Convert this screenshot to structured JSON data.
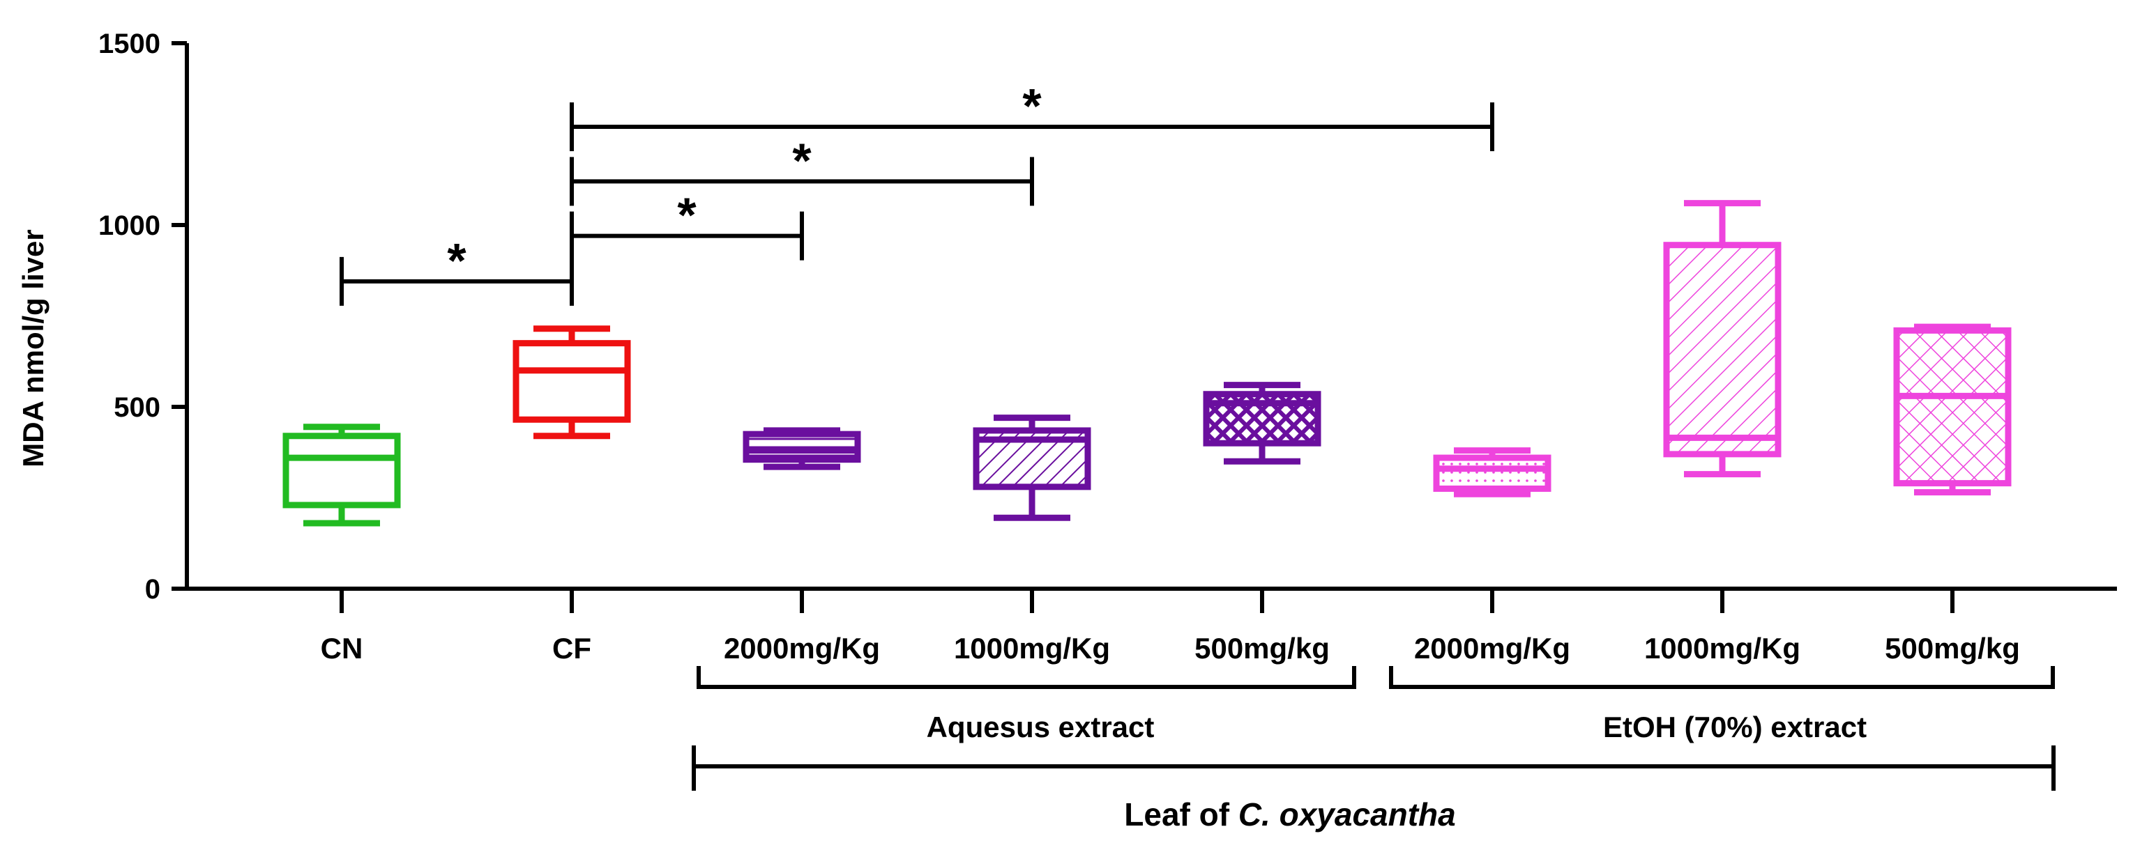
{
  "chart_data": {
    "type": "box",
    "ylabel": "MDA nmol/g liver",
    "ylim": [
      0,
      1500
    ],
    "yticks": [
      0,
      500,
      1000,
      1500
    ],
    "grid": false,
    "categories": [
      "CN",
      "CF",
      "2000mg/Kg",
      "1000mg/Kg",
      "500mg/kg",
      "2000mg/Kg",
      "1000mg/Kg",
      "500mg/kg"
    ],
    "boxes": [
      {
        "min": 180,
        "q1": 230,
        "median": 360,
        "q3": 420,
        "max": 445,
        "color": "#22bb22",
        "fill": "none"
      },
      {
        "min": 420,
        "q1": 465,
        "median": 600,
        "q3": 675,
        "max": 715,
        "color": "#ee1111",
        "fill": "none"
      },
      {
        "min": 335,
        "q1": 355,
        "median": 380,
        "q3": 425,
        "max": 435,
        "color": "#6a0f9e",
        "fill": "horizontal"
      },
      {
        "min": 195,
        "q1": 280,
        "median": 410,
        "q3": 435,
        "max": 470,
        "color": "#6a0f9e",
        "fill": "diagonal"
      },
      {
        "min": 350,
        "q1": 400,
        "median": 510,
        "q3": 535,
        "max": 560,
        "color": "#6a0f9e",
        "fill": "crosshatch"
      },
      {
        "min": 260,
        "q1": 275,
        "median": 330,
        "q3": 360,
        "max": 380,
        "color": "#ee44dd",
        "fill": "dots"
      },
      {
        "min": 315,
        "q1": 370,
        "median": 415,
        "q3": 945,
        "max": 1060,
        "color": "#ee44dd",
        "fill": "diagonal"
      },
      {
        "min": 265,
        "q1": 290,
        "median": 530,
        "q3": 710,
        "max": 720,
        "color": "#ee44dd",
        "fill": "crosshatch"
      }
    ],
    "significance": [
      {
        "from": 0,
        "to": 1,
        "y": 845,
        "label": "*"
      },
      {
        "from": 1,
        "to": 2,
        "y": 970,
        "label": "*"
      },
      {
        "from": 1,
        "to": 3,
        "y": 1120,
        "label": "*"
      },
      {
        "from": 1,
        "to": 5,
        "y": 1270,
        "label": "*"
      }
    ],
    "group_labels": {
      "aqueous": "Aquesus extract",
      "etoh": "EtOH (70%) extract",
      "leaf_prefix": "Leaf of ",
      "leaf_species": "C. oxyacantha"
    }
  }
}
